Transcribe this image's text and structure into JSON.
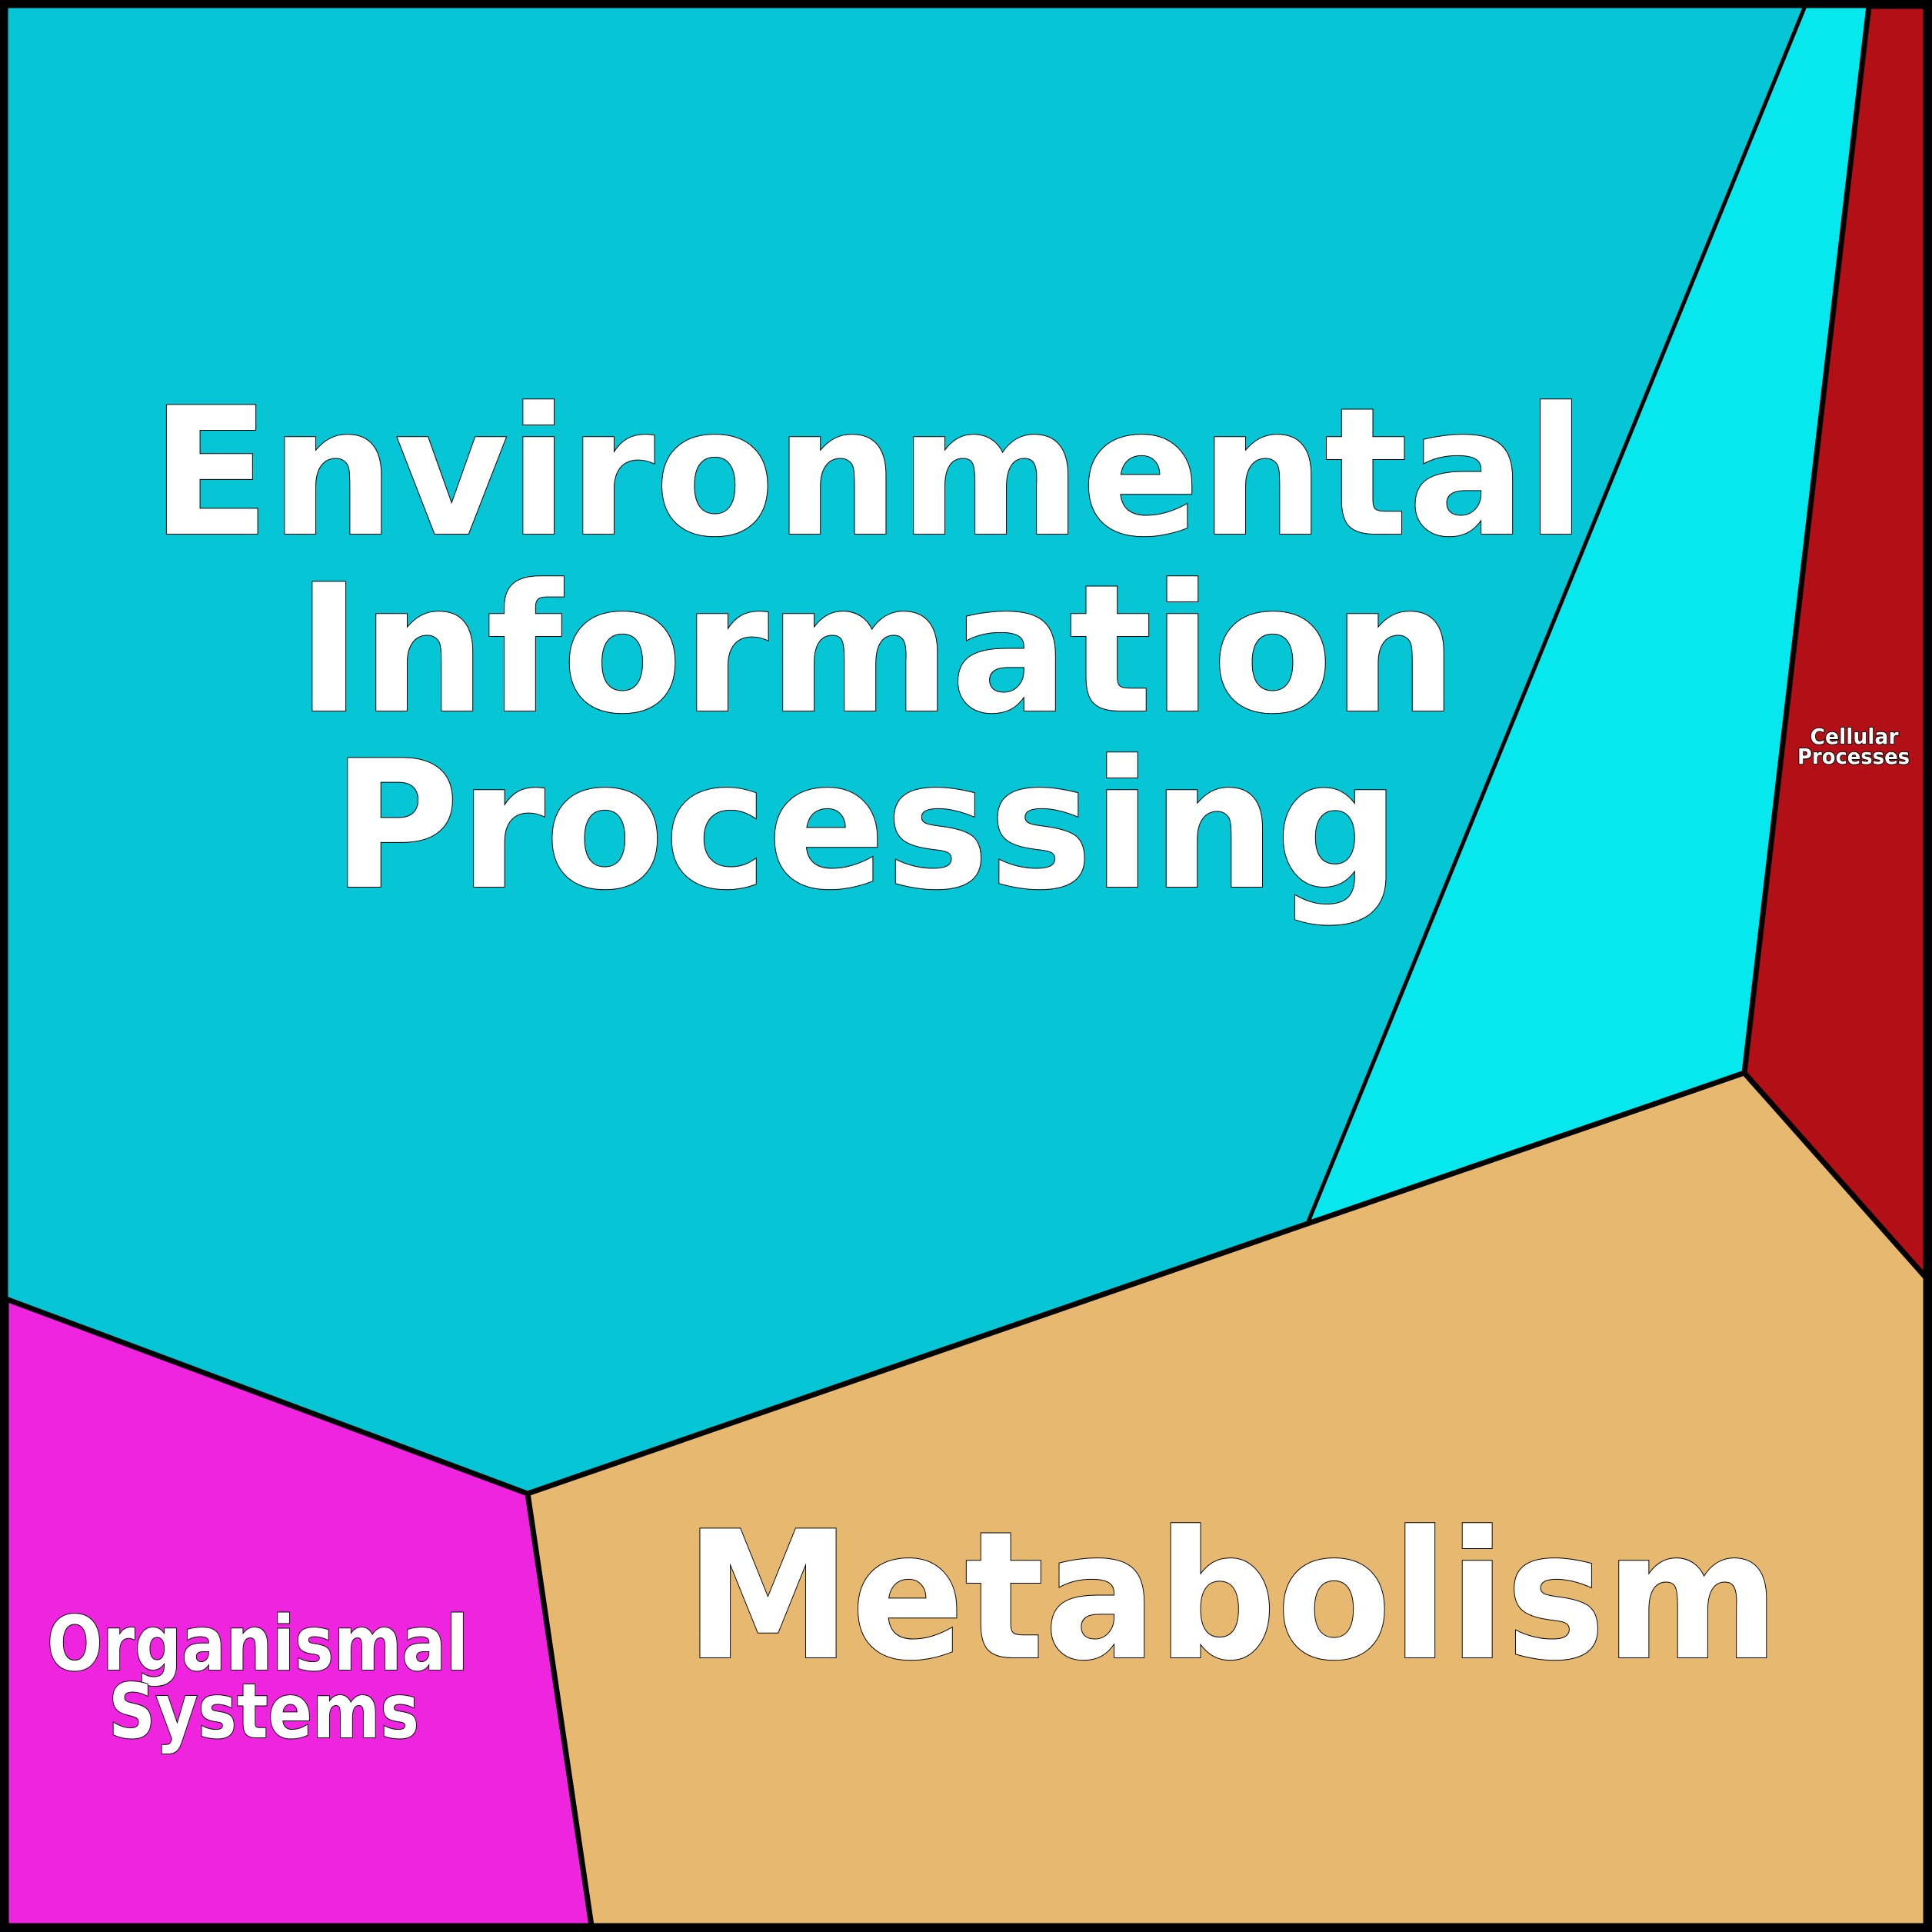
{
  "colors": {
    "environmental": "#06C5D5",
    "environmental_sub": "#06E8EE",
    "cellular": "#B30F17",
    "metabolism": "#E7B870",
    "organismal": "#EE24DF",
    "border": "#000000"
  },
  "cells": {
    "environmental": {
      "lines": [
        "Environmental",
        "Information",
        "Processing"
      ]
    },
    "environmental_sub": {},
    "cellular": {
      "lines": [
        "Cellular",
        "Processes"
      ]
    },
    "metabolism": {
      "lines": [
        "Metabolism"
      ]
    },
    "organismal": {
      "lines": [
        "Organismal",
        "Systems"
      ]
    }
  }
}
